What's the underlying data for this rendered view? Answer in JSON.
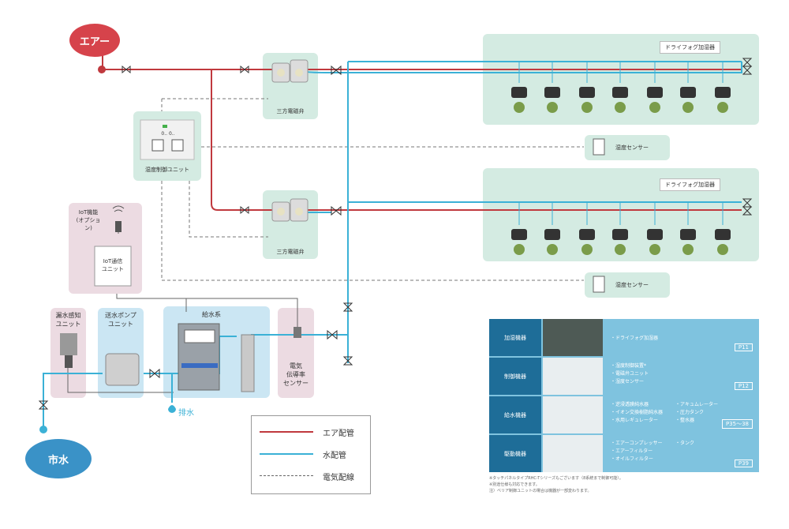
{
  "bubbles": {
    "air": "エアー",
    "city_water": "市水"
  },
  "labels": {
    "solenoid_valve_1": "三方電磁弁",
    "solenoid_valve_2": "三方電磁弁",
    "humidifier_1": "ドライフォグ加湿器",
    "humidifier_2": "ドライフォグ加湿器",
    "humidity_sensor_1": "湿度センサー",
    "humidity_sensor_2": "湿度センサー",
    "humidity_control_unit": "湿度制御ユニット",
    "iot_option": "IoT機能\n(オプション)",
    "iot_unit": "IoT通信\nユニット",
    "leak_detect": "漏水感知\nユニット",
    "pump_unit": "送水ポンプ\nユニット",
    "water_system": "給水系",
    "conductivity_sensor": "電気\n伝導率\nセンサー",
    "drain": "排水"
  },
  "control_unit_display": "0.. 0..",
  "legend": {
    "air": "エア配管",
    "water": "水配管",
    "electric": "電気配線",
    "colors": {
      "air": "#c0393e",
      "water": "#3bb1d6",
      "electric": "#666666"
    }
  },
  "table": {
    "rows": [
      {
        "category": "加湿機器",
        "items": [
          "・ドライフォグ加湿器"
        ],
        "items2": [],
        "page": "P11"
      },
      {
        "category": "制御機器",
        "items": [
          "・湿度制御装置*",
          "・電磁弁ユニット",
          "・湿度センサー"
        ],
        "items2": [],
        "page": "P12"
      },
      {
        "category": "給水機器",
        "items": [
          "・逆浸透膜純水器",
          "・イオン交換樹脂純水器",
          "・水用レギュレーター"
        ],
        "items2": [
          "・アキュムレーター",
          "・圧力タンク",
          "・整水器"
        ],
        "page": "P35～38"
      },
      {
        "category": "駆動機器",
        "items": [
          "・エアーコンプレッサー",
          "・エアーフィルター",
          "・オイルフィルター"
        ],
        "items2": [
          "・タンク"
        ],
        "page": "P39"
      }
    ],
    "notes": [
      "※タッチパネルタイプRHC-Tシリーズもございます（8系統まで制御可能）。",
      "※別途仕様も対応できます。",
      "注）ベリア制御ユニットの場合は機器が一部変わります。"
    ]
  }
}
